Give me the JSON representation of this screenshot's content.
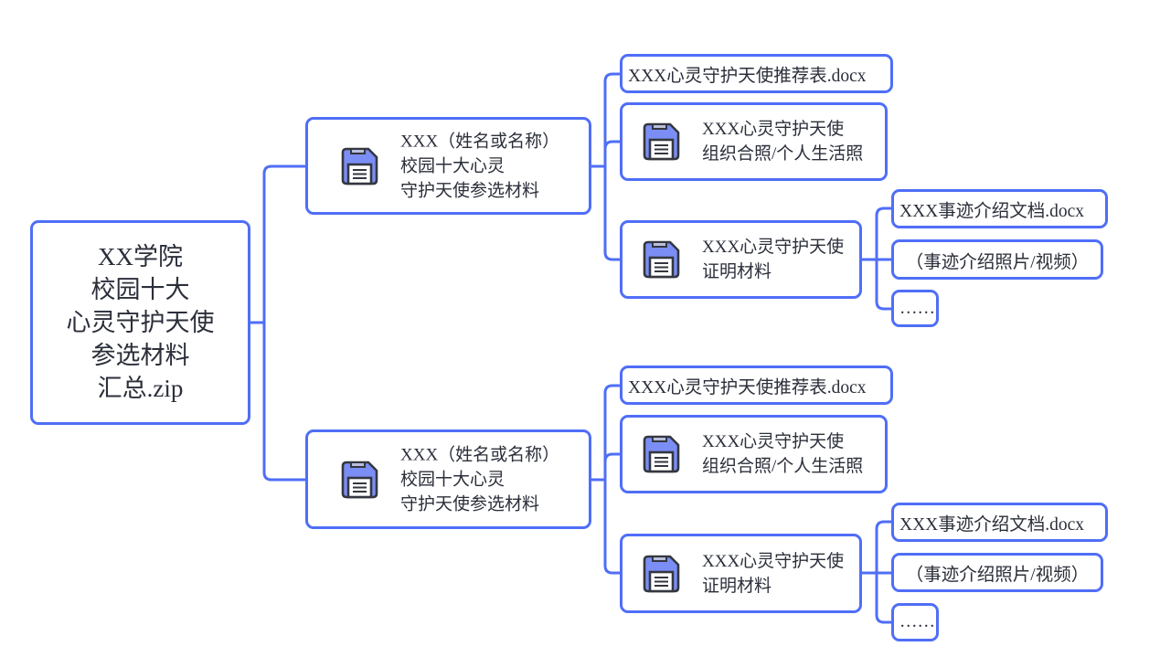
{
  "colors": {
    "accent": "#4f6ef7",
    "text": "#2b2f3a",
    "icon_fill": "#7b8ef5",
    "icon_stroke": "#34373f"
  },
  "root": {
    "lines": [
      "XX学院",
      "校园十大",
      "心灵守护天使",
      "参选材料",
      "汇总.zip"
    ]
  },
  "branches": [
    {
      "icon": "floppy-disk-icon",
      "lines": [
        "XXX（姓名或名称）",
        "校园十大心灵",
        "守护天使参选材料"
      ],
      "children": [
        {
          "label": "XXX心灵守护天使推荐表.docx"
        },
        {
          "icon": "floppy-disk-icon",
          "lines": [
            "XXX心灵守护天使",
            "组织合照/个人生活照"
          ]
        },
        {
          "icon": "floppy-disk-icon",
          "lines": [
            "XXX心灵守护天使",
            "证明材料"
          ],
          "children": [
            {
              "label": "XXX事迹介绍文档.docx"
            },
            {
              "label": "（事迹介绍照片/视频）"
            },
            {
              "label": "……"
            }
          ]
        }
      ]
    },
    {
      "icon": "floppy-disk-icon",
      "lines": [
        "XXX（姓名或名称）",
        "校园十大心灵",
        "守护天使参选材料"
      ],
      "children": [
        {
          "label": "XXX心灵守护天使推荐表.docx"
        },
        {
          "icon": "floppy-disk-icon",
          "lines": [
            "XXX心灵守护天使",
            "组织合照/个人生活照"
          ]
        },
        {
          "icon": "floppy-disk-icon",
          "lines": [
            "XXX心灵守护天使",
            "证明材料"
          ],
          "children": [
            {
              "label": "XXX事迹介绍文档.docx"
            },
            {
              "label": "（事迹介绍照片/视频）"
            },
            {
              "label": "……"
            }
          ]
        }
      ]
    }
  ]
}
